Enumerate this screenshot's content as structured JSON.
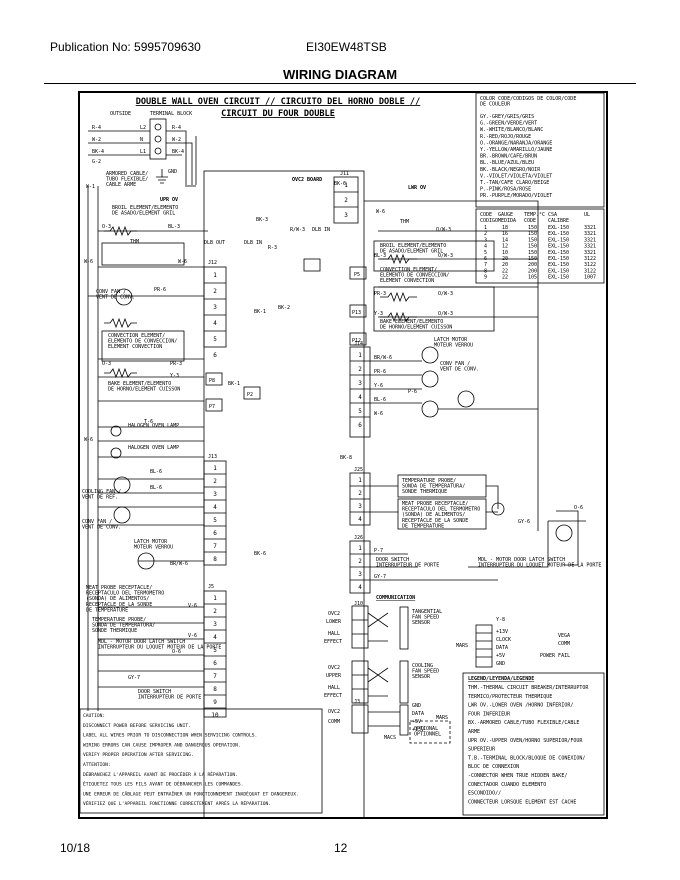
{
  "header": {
    "publication": "Publication No: 5995709630",
    "model": "EI30EW48TSB",
    "diagram_title": "WIRING DIAGRAM"
  },
  "footer": {
    "date": "10/18",
    "page": "12"
  },
  "circuit": {
    "title_line1": "DOUBLE WALL OVEN CIRCUIT // CIRCUITO DEL HORNO DOBLE //",
    "title_line2": "CIRCUIT DU FOUR DOUBLE"
  },
  "left_labels": {
    "outside": "OUTSIDE",
    "terminal_block": "TERMINAL BLOCK",
    "r4": "R-4",
    "w2": "W-2",
    "bk4": "BK-4",
    "g2": "G-2",
    "l2": "L2",
    "n": "N",
    "l1": "L1",
    "gnd": "GND",
    "r4b": "R-4",
    "w2b": "W-2",
    "bk4b": "BK-4",
    "armored": "ARMORED CABLE/\nTUBO FLEXIBLE/\nCABLE ARME",
    "w1": "W-1",
    "upr_ov": "UPR OV",
    "broil": "BROIL ELEMENT/ELEMENTO\nDE ASADO/ELEMENT GRIL",
    "o3": "O-3",
    "bl3": "BL-3",
    "bk3": "BK-3",
    "thm": "THM",
    "w6": "W-6",
    "w6b": "W-6",
    "conv_fan": "CONV FAN /\nVENT DE CONV.",
    "pr6": "PR-6",
    "conv_el": "CONVECTION ELEMENT/\nELEMENTO DE CONVECCION/\nELEMENT CONVECTION",
    "o3b": "O-3",
    "pr3": "PR-3",
    "y3": "Y-3",
    "bake": "BAKE ELEMENT/ELEMENTO\nDE HORNO/ELEMENT CUISSON",
    "bk1": "BK-1",
    "halogen1": "HALOGEN OVEN LAMP",
    "halogen2": "HALOGEN OVEN LAMP",
    "t6": "T-6",
    "bl6": "BL-6",
    "bl6b": "BL-6",
    "w6c": "W-6",
    "cooling_fan": "COOLING FAN /\nVENT DE REF.",
    "conv_fan2": "CONV FAN /\nVENT DE CONV.",
    "latch_motor": "LATCH MOTOR\nMOTEUR VERROU",
    "bkr6": "BR/W-6",
    "bk6": "BK-6",
    "meat_probe": "MEAT PROBE RECEPTACLE/\nRECEPTACULO DEL TERMOMETRO\n(SONDA) DE ALIMENTOS/\nRECEPTACLE DE LA SONDE\nDE TEMPERATURE",
    "temp_probe": "TEMPERATURE PROBE/\nSONDA DE TEMPERATURA/\nSONDE THERMIQUE",
    "v6": "V-6",
    "v6b": "V-6",
    "mdl": "MDL - MOTOR DOOR LATCH SWITCH\nINTERRUPTEUR DU LOQUET MOTEUR DE LA PORTE",
    "o6": "O-6",
    "gy7": "GY-7",
    "door_switch": "DOOR SWITCH\nINTERRUPTEUR DE PORTE"
  },
  "middle_labels": {
    "ovc2_board": "OVC2 BOARD",
    "j11": "J11",
    "j12": "J12",
    "j13": "J13",
    "j5": "J5",
    "bk6": "BK-6",
    "dlb_out": "DLB OUT",
    "dlb_in": "DLB IN",
    "r3": "R-3",
    "rw3": "R/W-3",
    "dlb_in2": "DLB IN",
    "p5": "P5",
    "p13": "P13",
    "p12": "P12",
    "p8": "P8",
    "p7": "P7",
    "p2": "P2",
    "bk2": "BK-2",
    "bk1": "BK-1",
    "j14": "J14",
    "j25": "J25",
    "j26": "J26",
    "bk8": "BK-8"
  },
  "right_labels": {
    "lwr_ov": "LWR OV",
    "w6": "W-6",
    "thm": "THM",
    "ow3": "O/W-3",
    "broil": "BROIL ELEMENT/ELEMENTO\nDE ASADO/ELEMENT GRIL",
    "bl3": "BL-3",
    "ow3b": "O/W-3",
    "conv_el": "CONVECTION ELEMENT/\nELEMENTO DE CONVECCION/\nELEMENT CONVECTION",
    "pr3": "PR-3",
    "ow3c": "O/W-3",
    "bake": "BAKE ELEMENT/ELEMENTO\nDE HORNO/ELEMENT CUISSON",
    "y3": "Y-3",
    "ow3d": "O/W-3",
    "latch": "LATCH MOTOR\nMOTEUR VERROU",
    "brw6": "BR/W-6",
    "conv_fan": "CONV FAN /\nVENT DE CONV.",
    "pr6": "PR-6",
    "y6": "Y-6",
    "p6": "P-6",
    "bl6": "BL-6",
    "w6b": "W-6",
    "temp_probe": "TEMPERATURE PROBE/\nSONDA DE TEMPERATURA/\nSONDE THERMIQUE",
    "meat_probe": "MEAT PROBE RECEPTACLE/\nRECEPTACULO DEL TERMOMETRO\n(SONDA) DE ALIMENTOS/\nRECEPTACLE DE LA SONDE\nDE TEMPERATURE",
    "gy6": "GY-6",
    "o6": "O-6",
    "door_switch": "DOOR SWITCH\nINTERRUPTEUR DE PORTE",
    "p7": "P-7",
    "gy7": "GY-7",
    "mdl": "MDL - MOTOR DOOR LATCH SWITCH\nINTERRUPTEUR DU LOQUET MOTEUR DE LA PORTE",
    "communication": "COMMUNICATION",
    "j10": "J10",
    "ovc2": "OVC2",
    "lower": "LOWER",
    "hall": "HALL",
    "effect": "EFFECT",
    "tangential": "TANGENTIAL\nFAN SPEED\nSENSOR",
    "upper": "UPPER",
    "cooling": "COOLING\nFAN SPEED\nSENSOR",
    "j3": "J3",
    "comm": "COMM",
    "gnd": "GND",
    "data": "DATA",
    "v5": "+5V",
    "v13": "+13V",
    "mars": "MARS",
    "macs": "MACS",
    "optional": "OPTIONAL\nOPTIONNEL"
  },
  "mars_block": {
    "y8": "Y-8",
    "lines": [
      "+13V",
      "CLOCK",
      "DATA",
      "+5V",
      "GND"
    ],
    "vega": "VEGA",
    "comm": "COMM",
    "power_fail": "POWER FAIL",
    "mars": "MARS"
  },
  "color_code": {
    "title": "COLOR CODE/CODIGOS DE COLOR/CODE\nDE COULEUR",
    "entries": [
      "GY.-GREY/GRIS/GRIS",
      "G.-GREEN/VERDE/VERT",
      "W.-WHITE/BLANCO/BLANC",
      "R.-RED/ROJO/ROUGE",
      "O.-ORANGE/NARANJA/ORANGE",
      "Y.-YELLOW/AMARILLO/JAUNE",
      "BR.-BROWN/CAFE/BRUN",
      "BL.-BLUE/AZUL/BLEU",
      "BK.-BLACK/NEGRO/NOIR",
      "V.-VIOLET/VIOLETA/VIOLET",
      "T.-TAN/CAFE CLARO/BEIGE",
      "P.-PINK/ROSA/ROSE",
      "PR.-PURPLE/MORADO/VIOLET"
    ]
  },
  "gauge_table": {
    "headers": [
      "CODE",
      "GAUGE",
      "TEMP.°C",
      "CSA",
      "UL"
    ],
    "subheaders": [
      "CODIGO",
      "MEDIDA",
      "CODE",
      "CALIBRE",
      ""
    ],
    "rows": [
      [
        "1",
        "18",
        "150",
        "EXL-150",
        "3321"
      ],
      [
        "2",
        "16",
        "150",
        "EXL-150",
        "3321"
      ],
      [
        "3",
        "14",
        "150",
        "EXL-150",
        "3321"
      ],
      [
        "4",
        "12",
        "150",
        "EXL-150",
        "3321"
      ],
      [
        "5",
        "10",
        "150",
        "EXL-150",
        "3321"
      ],
      [
        "6",
        "20",
        "150",
        "EXL-150",
        "3122"
      ],
      [
        "7",
        "20",
        "200",
        "EXL-150",
        "3122"
      ],
      [
        "8",
        "22",
        "200",
        "EXL-150",
        "3122"
      ],
      [
        "9",
        "22",
        "105",
        "EXL-150",
        "1007"
      ]
    ]
  },
  "legend": {
    "title": "LEGEND/LEYENDA/LEGENDE",
    "entries": [
      "THM.-THERMAL CIRCUIT BREAKER/INTERRUPTOR",
      "      TERMICO/PROTECTEUR THERMIQUE",
      "LWR OV.-LOWER OVEN /HORNO INFERIOR/",
      "      FOUR INFERIEUR",
      "BX.-ARMORED CABLE/TUBO FLEXIBLE/CABLE",
      "      ARME",
      "UPR OV.-UPPER OVEN/HORNO SUPERIOR/FOUR",
      "      SUPERIEUR",
      "T.B.-TERMINAL BLOCK/BLOQUE DE CONEXION/",
      "      BLOC DE CONNEXION",
      "-CONNECTOR WHEN TRUE HIDDEN BAKE/",
      "      CONECTADOR CUANDO ELEMENTO",
      "      ESCONDIDO//",
      "      CONNECTEUR LORSQUE ELEMENT EST CACHE"
    ]
  },
  "caution": [
    "CAUTION:",
    "DISCONNECT POWER BEFORE SERVICING UNIT.",
    "LABEL ALL WIRES PRIOR TO DISCONNECTION WHEN SERVICING CONTROLS.",
    "WIRING ERRORS CAN CAUSE IMPROPER AND DANGEROUS OPERATION.",
    "VERIFY PROPER OPERATION AFTER SERVICING.",
    "ATTENTION:",
    "DÉBRANCHEZ L'APPAREIL AVANT DE PROCÉDER À LA RÉPARATION.",
    "ÉTIQUETEZ TOUS LES FILS AVANT DE DÉBRANCHER LES COMMANDES.",
    "UNE ERREUR DE CÂBLAGE PEUT ENTRAÎNER UN FONCTIONNEMENT INADÉQUAT ET DANGEREUX.",
    "VÉRIFIEZ QUE L'APPAREIL FONCTIONNE CORRECTEMENT APRÈS LA RÉPARATION."
  ]
}
